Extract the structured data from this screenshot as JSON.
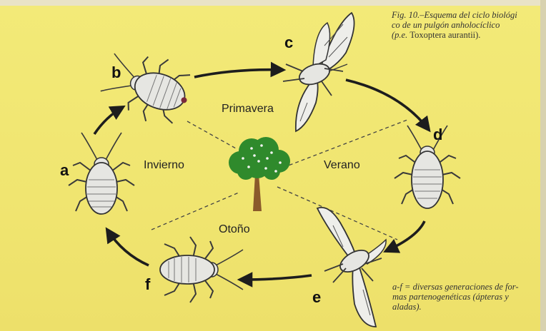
{
  "caption": {
    "line1": "Fig. 10.–Esquema del ciclo biológi",
    "line2": "co de un pulgón anholocíclico",
    "line3_italic": "(p.e.",
    "line3_species": "Toxoptera aurantii",
    "line3_end": ")."
  },
  "footnote": {
    "line1": "a-f = diversas generaciones de for-",
    "line2": "mas partenogenéticas (ápteras y",
    "line3": "aladas)."
  },
  "seasons": {
    "spring": "Primavera",
    "summer": "Verano",
    "autumn": "Otoño",
    "winter": "Invierno"
  },
  "stages": {
    "a": "a",
    "b": "b",
    "c": "c",
    "d": "d",
    "e": "e",
    "f": "f"
  },
  "colors": {
    "background": "#f1e873",
    "ink": "#1d1d1d",
    "aphid_body": "#e6e6e2",
    "tree_leaves": "#2f8a2c",
    "tree_trunk": "#8a5a2b"
  }
}
